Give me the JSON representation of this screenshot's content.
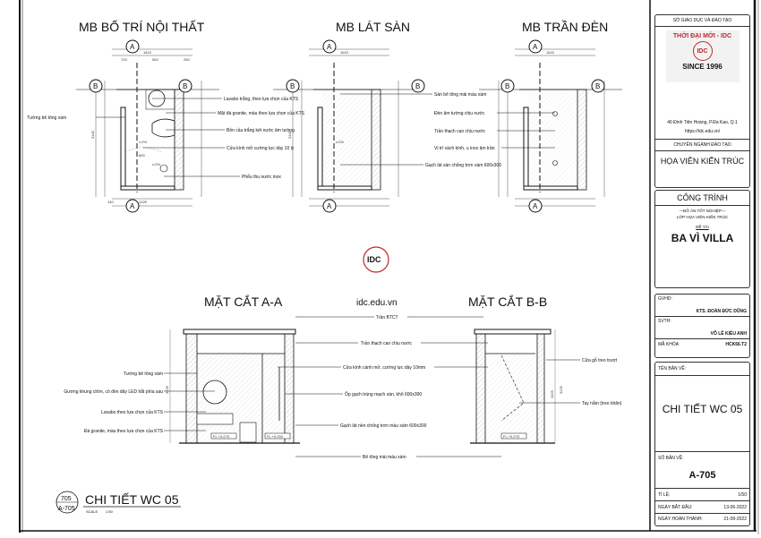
{
  "sheet": {
    "titles": {
      "plan_furniture": "MB BỐ TRÍ NỘI THẤT",
      "plan_floor": "MB LÁT SÀN",
      "plan_ceiling": "MB TRẦN ĐÈN",
      "section_aa": "MẶT CẮT A-A",
      "section_bb": "MẶT CẮT B-B"
    },
    "watermark": {
      "logo": "IDC",
      "url": "idc.edu.vn"
    },
    "markers": {
      "a": "A",
      "b": "B"
    },
    "dimensions": {
      "overall_width": "1615",
      "d725": "725",
      "d500": "500",
      "d250": "250",
      "d140": "140",
      "d1225": "1225",
      "d3140": "3140",
      "d3125": "3125",
      "d2425": "2425",
      "d600": "600"
    },
    "slope": "i=2%",
    "floor_level_1": "FL +0.275",
    "floor_level_2": "FL +0.250",
    "plan_furniture_notes": [
      "Lavabo trắng, theo lựa chọn của KTS",
      "Mặt đá granite, màu theo lựa chọn của KTS",
      "Bồn cầu trắng két nước âm tường",
      "Cửa kính mở cường lực dày 10 ly",
      "Phễu thu nước inox",
      "Tường bê tông xám"
    ],
    "plan_floor_notes": [
      "Sàn bê tông mài màu xám",
      "Đèn âm tường chịu nước",
      "Trần thạch cao chịu nước",
      "Vị trí vách kính, u inox âm trần",
      "Gạch lát sàn chống trơn xám 600x300"
    ],
    "section_aa_left_notes": [
      "Tường bê tông xám",
      "Gương khung chìm, có đèn dây LED hắt phía sau",
      "Lavabo theo lựa chọn của KTS",
      "Đá granite, màu theo lựa chọn của KTS"
    ],
    "section_mid_notes": [
      "Trần BTCT",
      "Trần thạch cao chịu nước",
      "Cửa kính cánh mở, cường lực dày 10mm",
      "Ốp gạch trùng mạch sàn, khổ 600x300",
      "Gạch lát nền chống trơn màu xám 600x300",
      "Bê tông mài màu xám"
    ],
    "section_bb_notes": [
      "Cửa gỗ treo trượt",
      "Tay nắm (treo khăn)"
    ],
    "drawing_tag": {
      "number": "705",
      "sheet": "A-705",
      "title": "CHI TIẾT WC 05",
      "scale_label": "SCALE",
      "scale": "1:50"
    }
  },
  "title_block": {
    "department": "SỞ GIÁO DỤC VÀ ĐÀO TẠO",
    "school": "THỜI ĐẠI MỚI - IDC",
    "logo_text": "IDC",
    "since": "SINCE 1996",
    "address": "40 Đinh Tiên Hoàng, P.Đa Kao, Q.1",
    "website": "https://idc.edu.vn/",
    "major_label": "CHUYÊN NGÀNH ĐÀO TẠO",
    "major": "HỌA VIÊN KIẾN TRÚC",
    "project_label": "CÔNG TRÌNH",
    "project_sub1": "—ĐỒ ÁN TỐT NGHIỆP—",
    "project_sub2": "LỚP HỌA VIÊN KIẾN TRÚC",
    "topic_label": "ĐỀ TÀI",
    "topic": "BA VÌ VILLA",
    "advisor_label": "GVHD:",
    "advisor": "KTS. ĐOÀN ĐỨC DŨNG",
    "student_label": "SVTH:",
    "student": "VÕ LÊ KIỀU ANH",
    "course_label": "MÃ KHÓA",
    "course": "HCK66.T2",
    "drawing_name_label": "TÊN BẢN VẼ:",
    "drawing_name": "CHI TIẾT WC 05",
    "drawing_no_label": "SỐ BẢN VẼ:",
    "drawing_no": "A-705",
    "scale_label": "TỈ LỆ:",
    "scale": "1/50",
    "start_label": "NGÀY BẮT ĐẦU:",
    "start": "13-06-2022",
    "end_label": "NGÀY HOÀN THÀNH:",
    "end": "21-09-2022",
    "accent": "#c0272d"
  }
}
